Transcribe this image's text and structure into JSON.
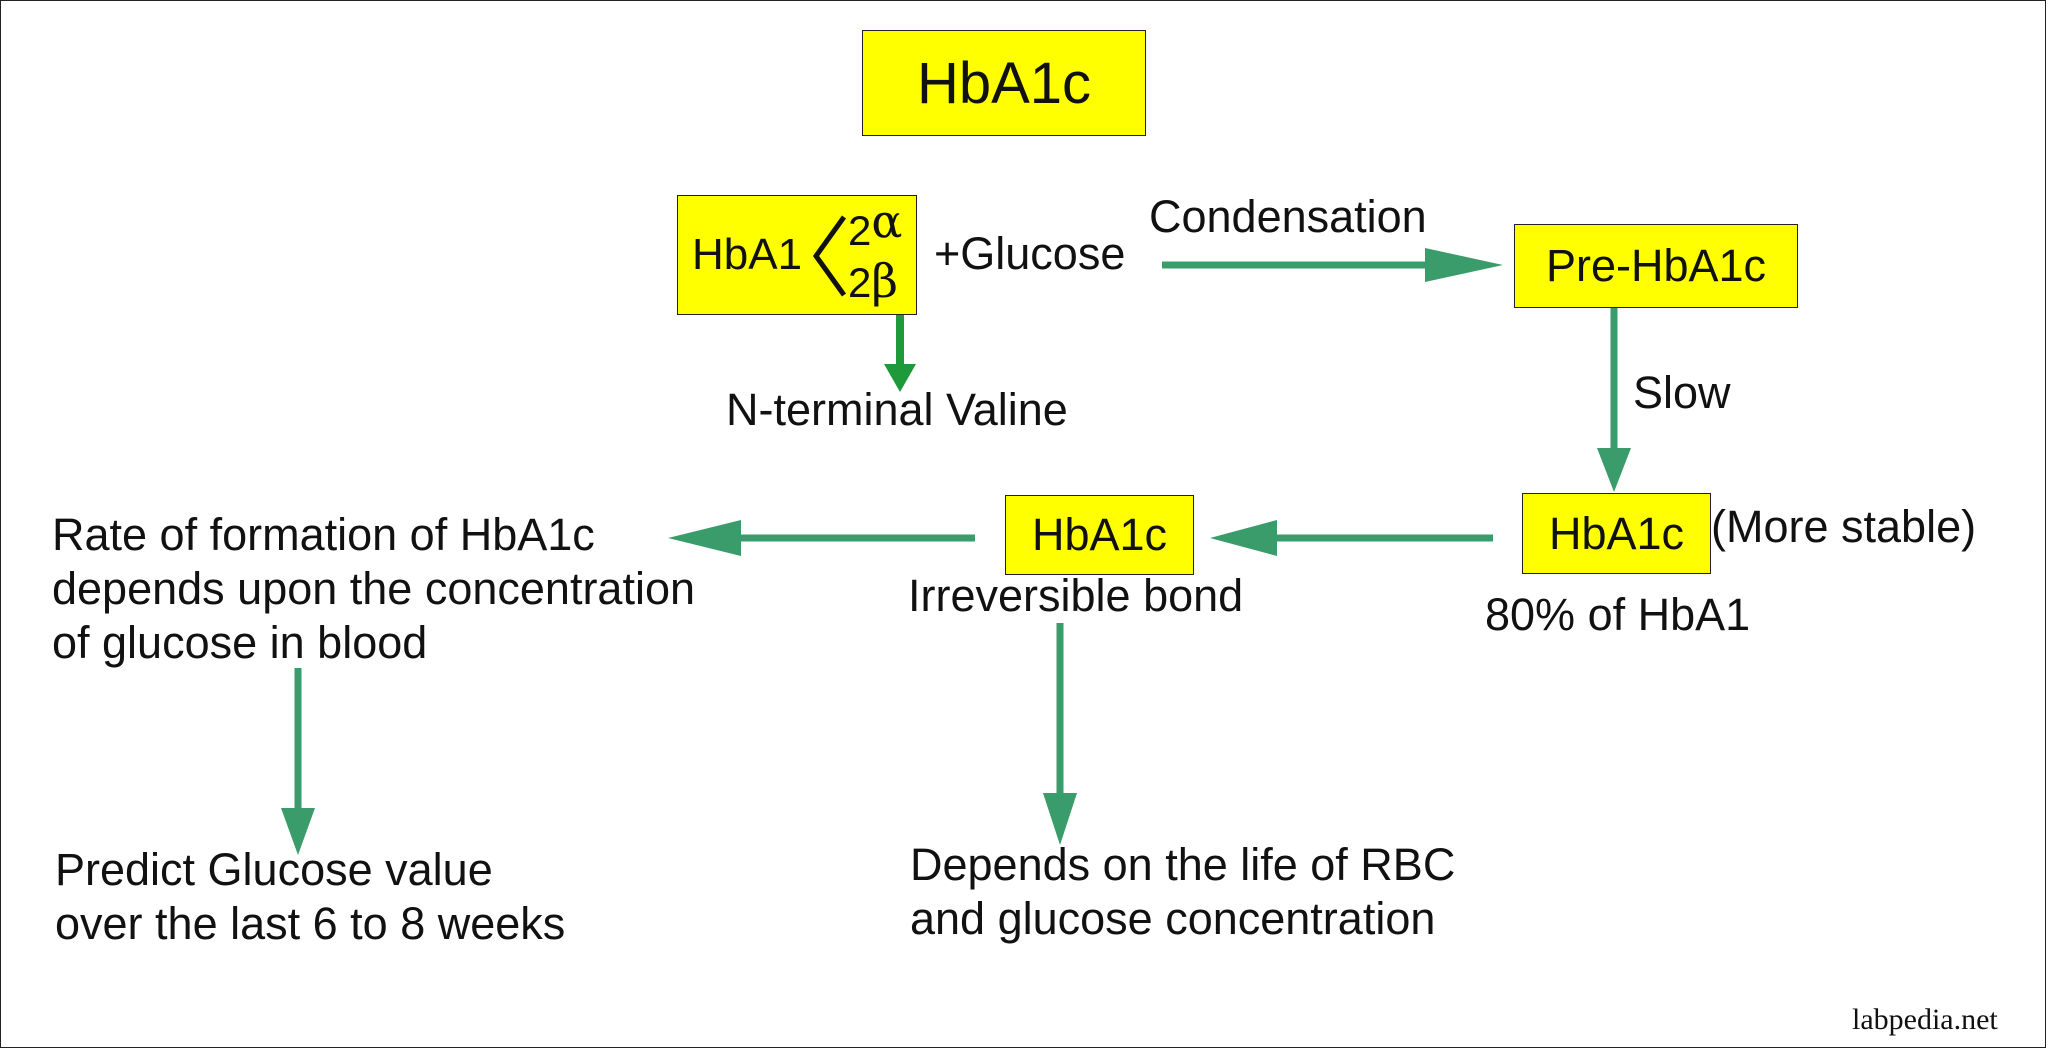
{
  "title": "HbA1c",
  "hba1_box": {
    "label": "HbA1",
    "alpha_count": "2",
    "alpha_symbol": "α",
    "beta_count": "2",
    "beta_symbol": "β"
  },
  "plus_glucose": "+Glucose",
  "condensation_label": "Condensation",
  "pre_hba1c": "Pre-HbA1c",
  "n_terminal_valine": "N-terminal Valine",
  "slow_label": "Slow",
  "hba1c_stable_box": "HbA1c",
  "more_stable": "(More stable)",
  "percent_of_hba1": "80% of HbA1",
  "hba1c_middle_box": "HbA1c",
  "irreversible_bond": "Irreversible bond",
  "rate_text": "Rate of formation of HbA1c\ndepends upon the concentration\nof glucose in blood",
  "predict_text": "Predict Glucose value\nover the last 6 to 8 weeks",
  "depends_text": "Depends on the life of RBC\nand glucose concentration",
  "watermark": "labpedia.net",
  "colors": {
    "box_fill": "#ffff00",
    "arrow_main": "#3a9b6b",
    "arrow_dark": "#1e9a3a"
  }
}
